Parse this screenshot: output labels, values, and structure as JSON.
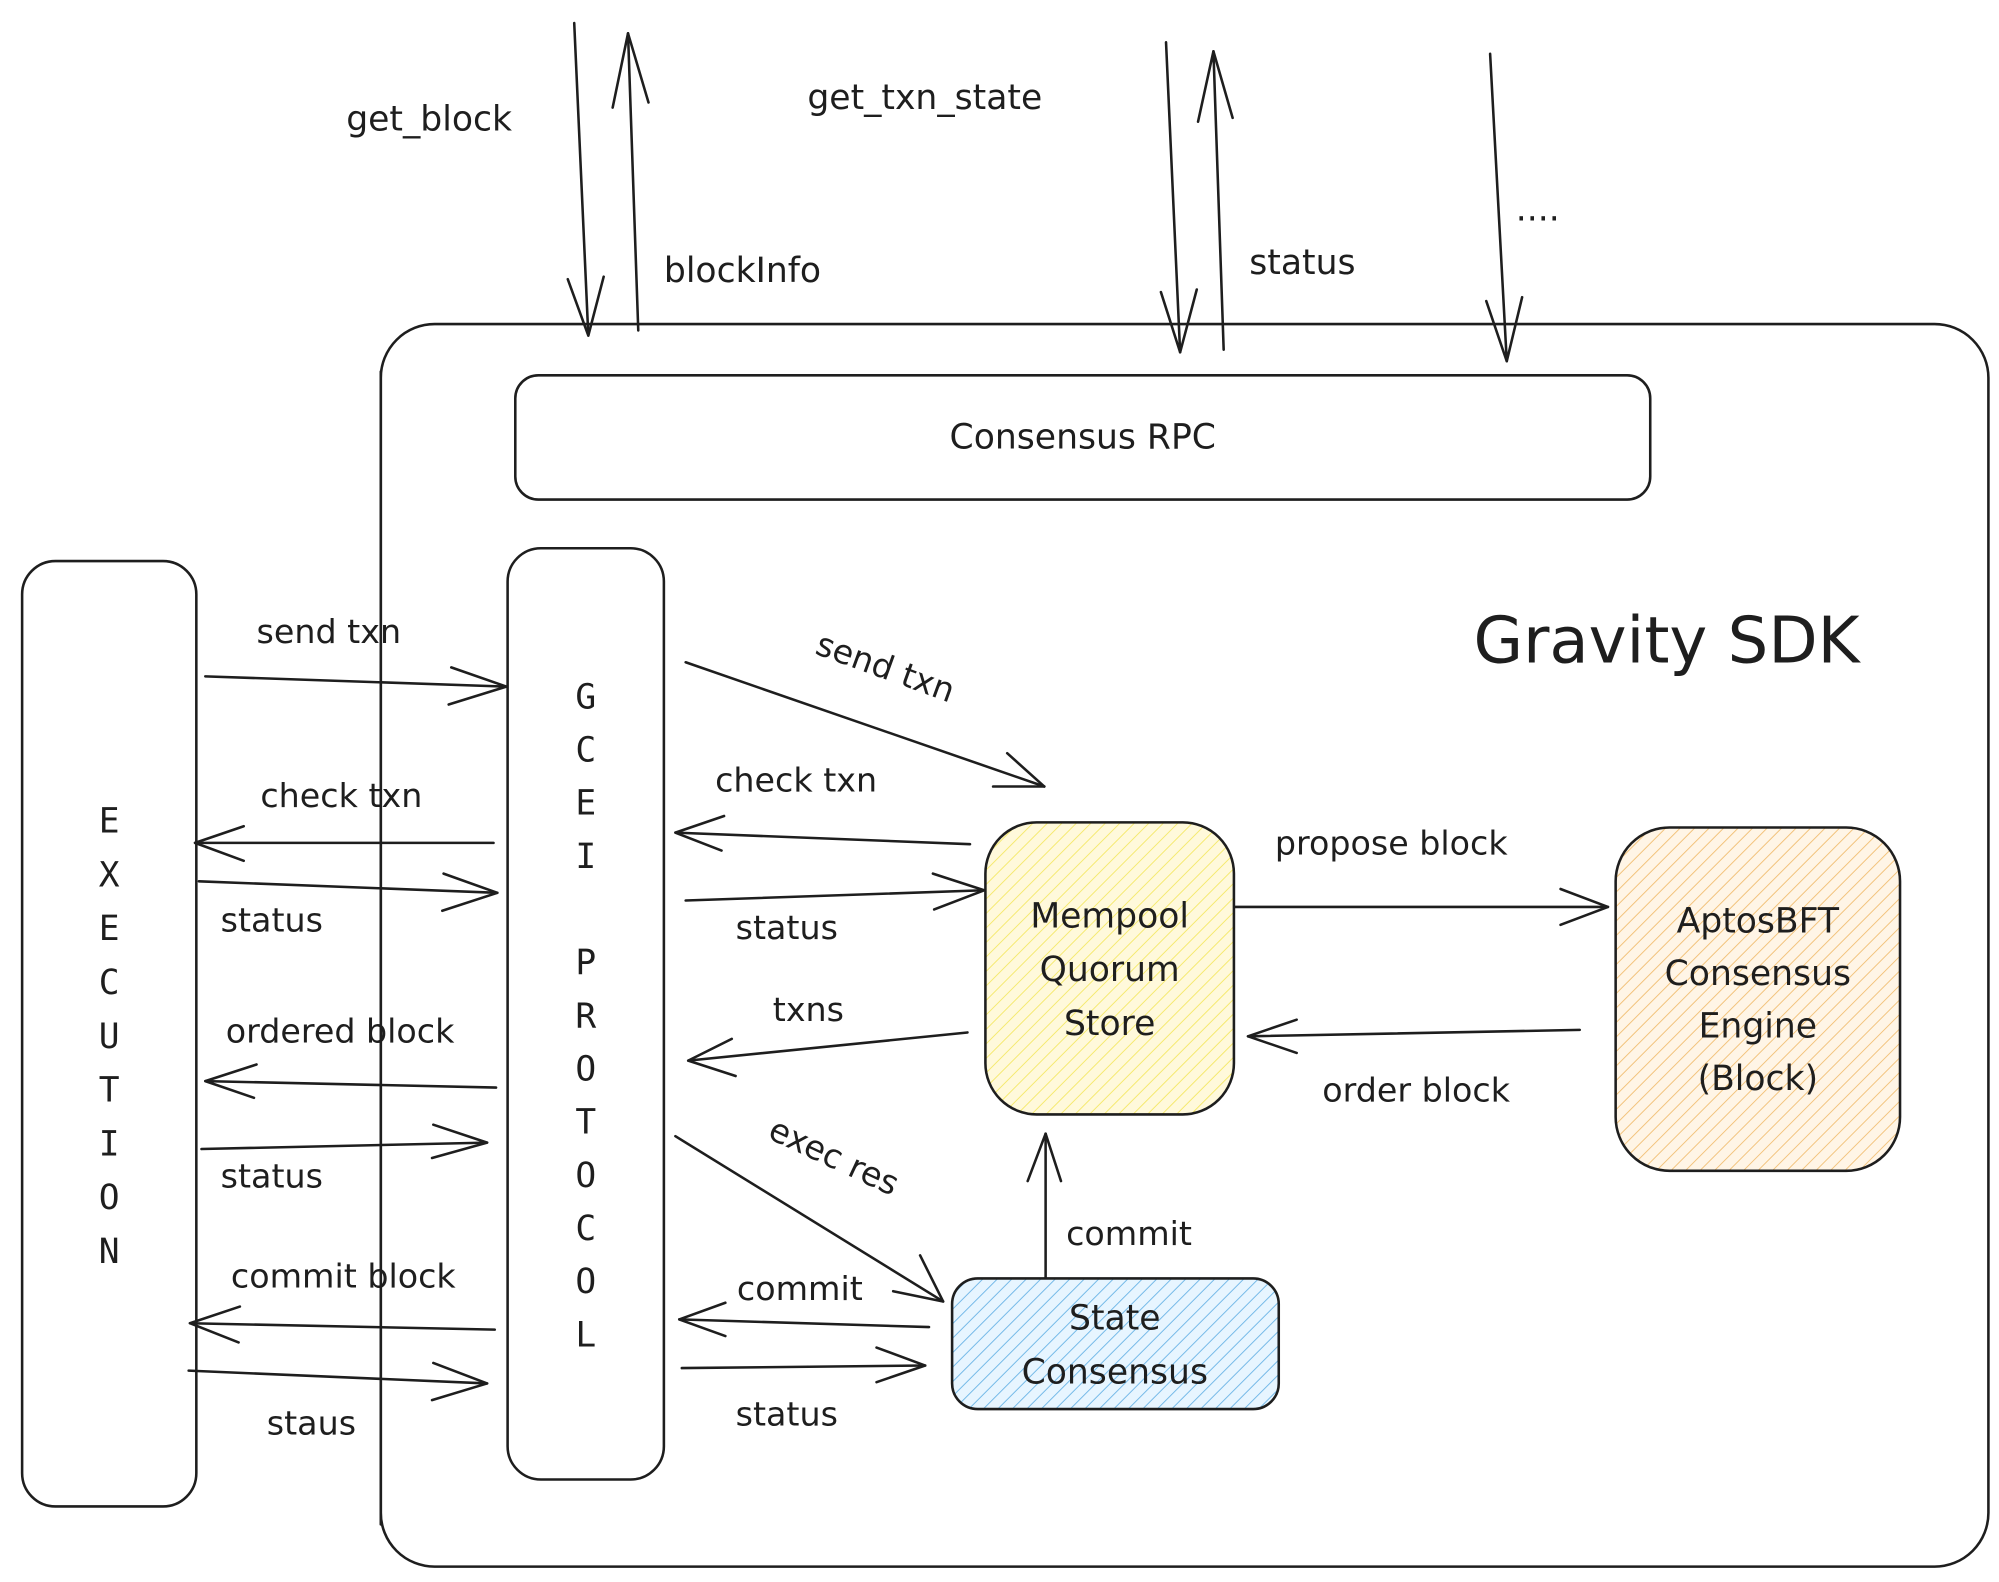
{
  "title": "Gravity SDK",
  "colors": {
    "ink": "#1e1e1e",
    "mempool_fill": "#fff9db",
    "mempool_hatch": "#f5e96b",
    "aptos_fill": "#fff5e6",
    "aptos_hatch": "#f2c27a",
    "state_fill": "#e7f5ff",
    "state_hatch": "#74b9e8"
  },
  "external_calls": {
    "get_block": "get_block",
    "block_info": "blockInfo",
    "get_txn_state": "get_txn_state",
    "status": "status",
    "more": "...."
  },
  "nodes": {
    "consensus_rpc": "Consensus RPC",
    "execution": [
      "E",
      "X",
      "E",
      "C",
      "U",
      "T",
      "I",
      "O",
      "N"
    ],
    "gcei": [
      "G",
      "C",
      "E",
      "I",
      "",
      "P",
      "R",
      "O",
      "T",
      "O",
      "C",
      "O",
      "L"
    ],
    "mempool": [
      "Mempool",
      "Quorum",
      "Store"
    ],
    "aptos": [
      "AptosBFT",
      "Consensus",
      "Engine",
      "(Block)"
    ],
    "state": [
      "State",
      "Consensus"
    ]
  },
  "exec_gcei_edges": {
    "send_txn": "send txn",
    "check_txn": "check txn",
    "status1": "status",
    "ordered_block": "ordered block",
    "status2": "status",
    "commit_block": "commit block",
    "staus": "staus"
  },
  "gcei_inner_edges": {
    "send_txn": "send txn",
    "check_txn": "check txn",
    "status": "status",
    "txns": "txns",
    "exec_res": "exec res",
    "commit": "commit",
    "status2": "status"
  },
  "core_edges": {
    "propose_block": "propose block",
    "order_block": "order block",
    "commit": "commit"
  }
}
